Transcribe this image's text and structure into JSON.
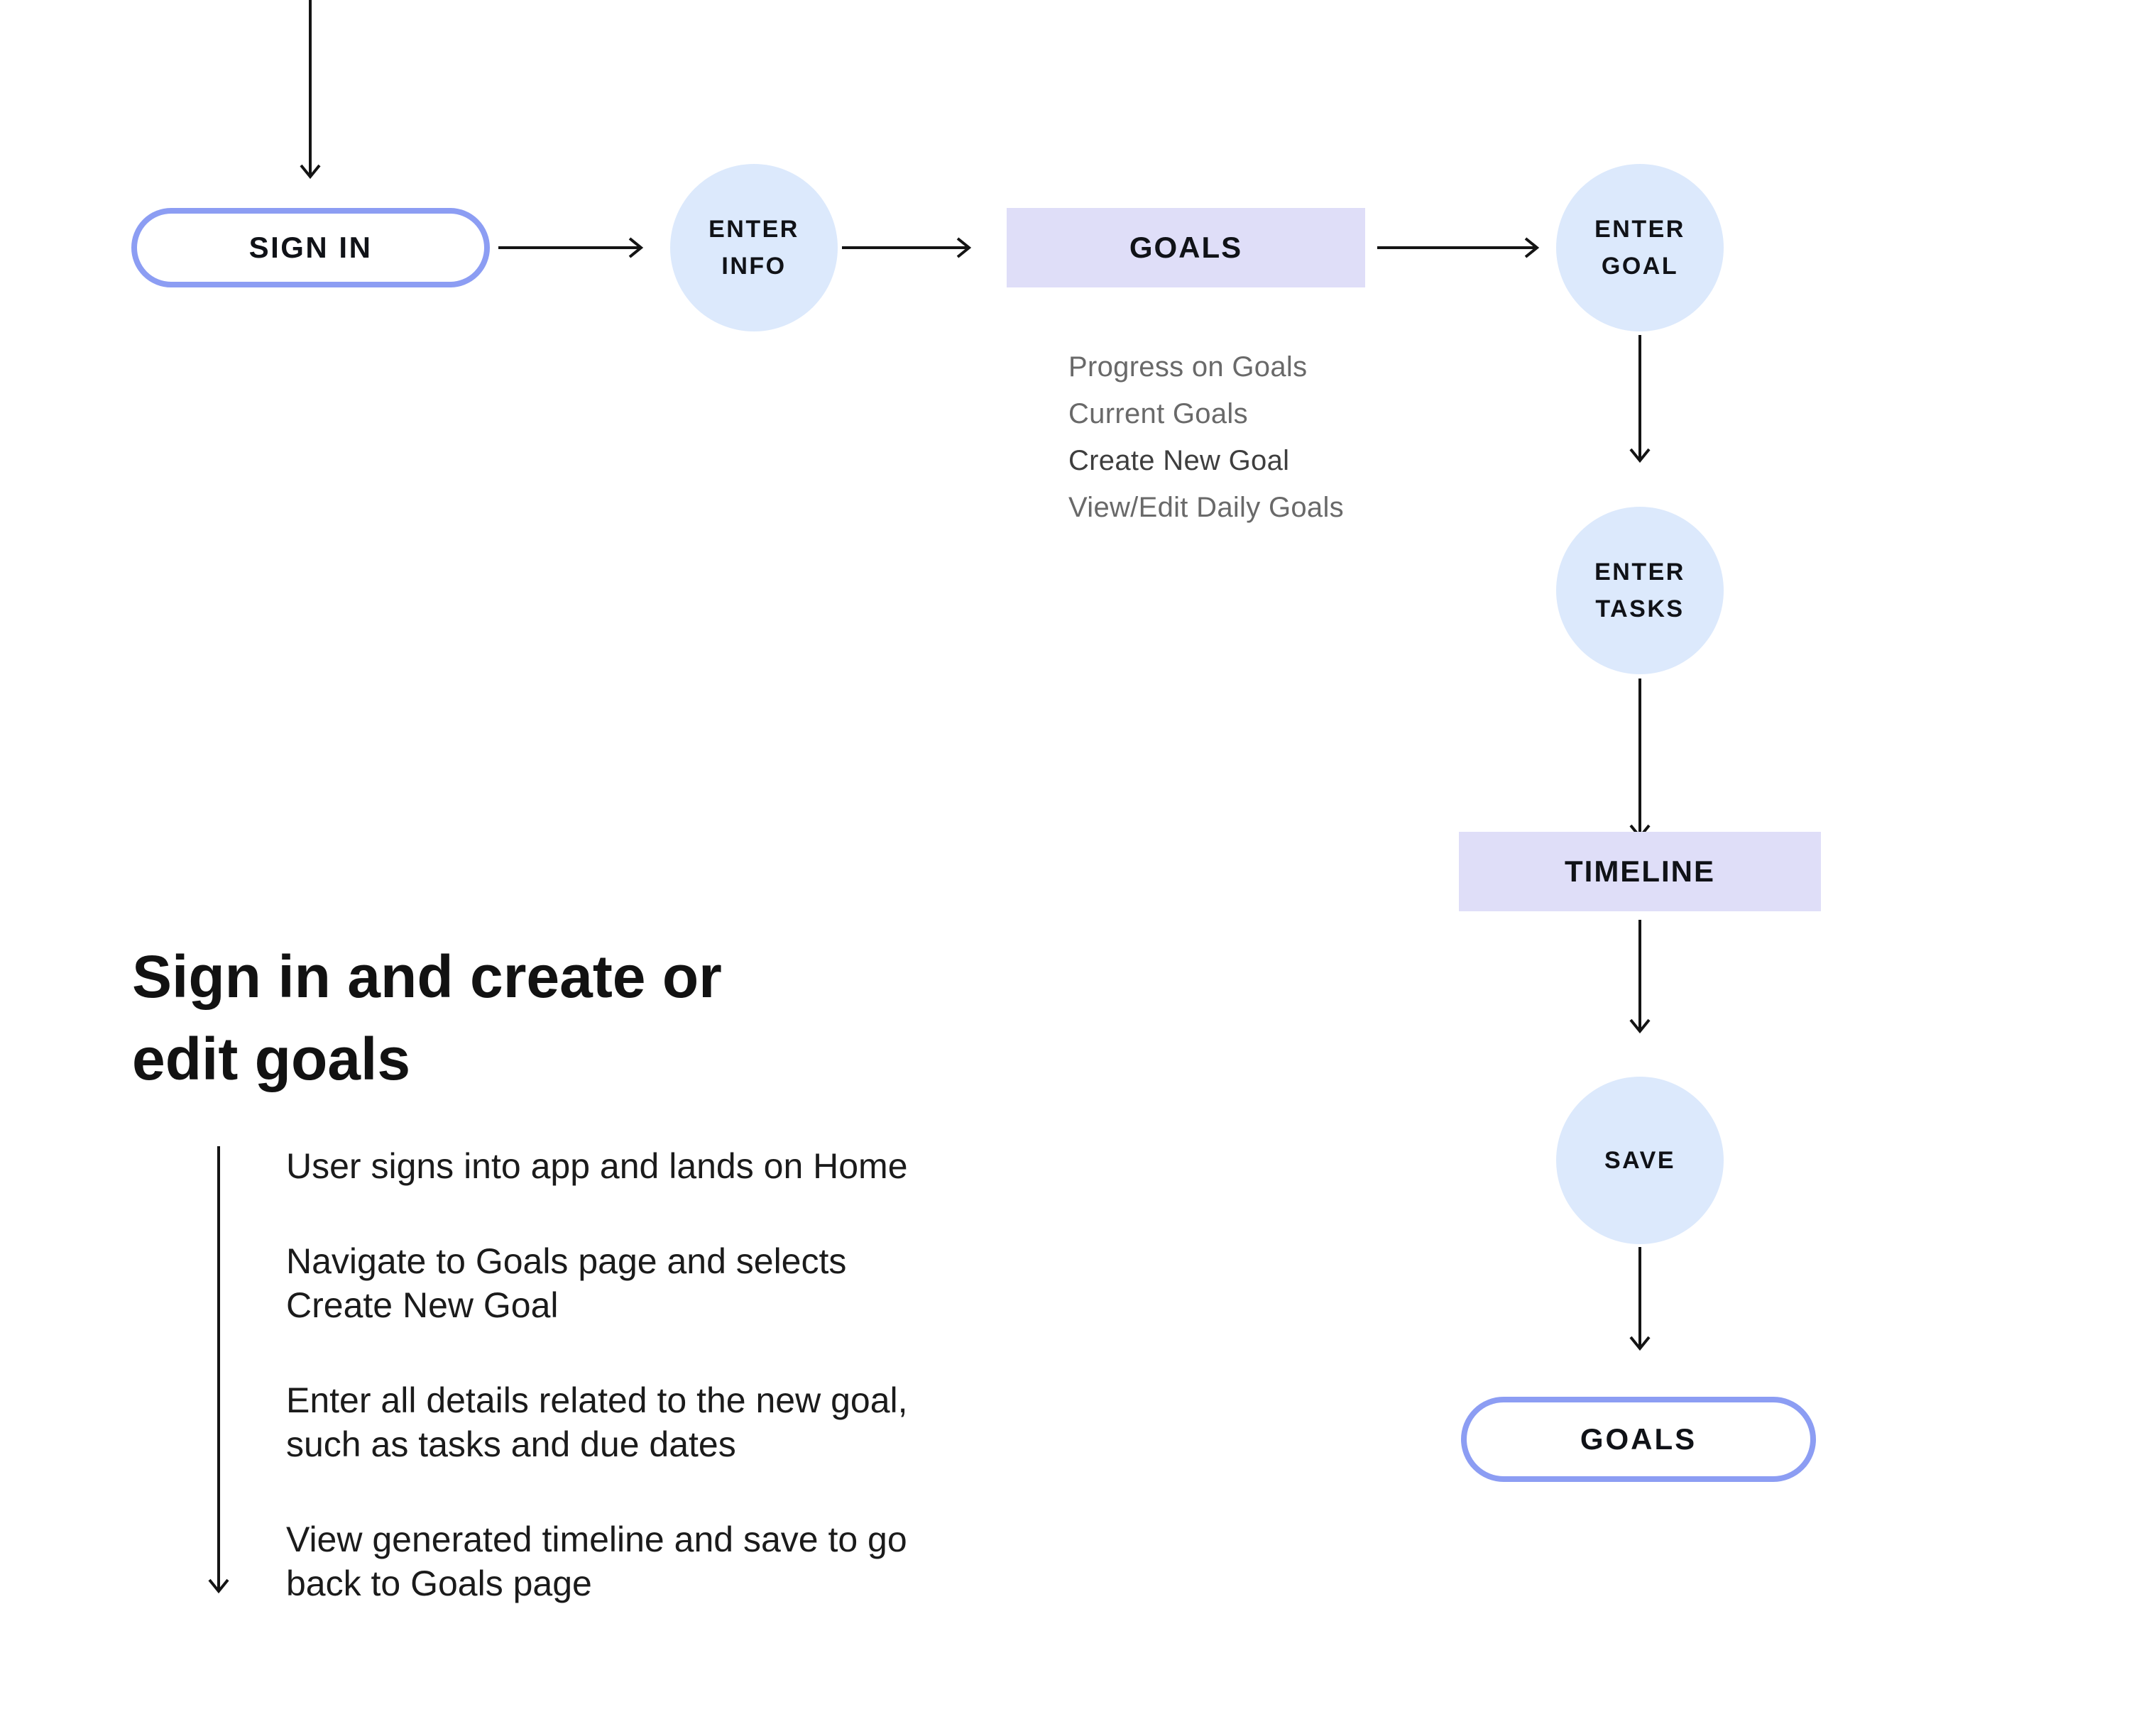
{
  "flow": {
    "nodes": [
      {
        "id": "sign-in",
        "label": "SIGN IN",
        "shape": "pill"
      },
      {
        "id": "enter-info",
        "label": "ENTER\nINFO",
        "shape": "circle"
      },
      {
        "id": "goals",
        "label": "GOALS",
        "shape": "rect"
      },
      {
        "id": "enter-goal",
        "label": "ENTER\nGOAL",
        "shape": "circle"
      },
      {
        "id": "enter-tasks",
        "label": "ENTER\nTASKS",
        "shape": "circle"
      },
      {
        "id": "timeline",
        "label": "TIMELINE",
        "shape": "rect"
      },
      {
        "id": "save",
        "label": "SAVE",
        "shape": "circle"
      },
      {
        "id": "goals-end",
        "label": "GOALS",
        "shape": "pill"
      }
    ],
    "goals_menu": [
      {
        "label": "Progress on Goals",
        "emphasis": false
      },
      {
        "label": "Current Goals",
        "emphasis": false
      },
      {
        "label": "Create New Goal",
        "emphasis": true
      },
      {
        "label": "View/Edit Daily Goals",
        "emphasis": false
      }
    ]
  },
  "annotation": {
    "heading": "Sign in and create or\nedit goals",
    "steps": [
      "User signs into app and lands on Home",
      "Navigate to Goals page and selects\nCreate New Goal",
      "Enter all details related to the new goal,\nsuch as tasks and due dates",
      "View generated timeline and save to go\nback to Goals page"
    ]
  },
  "colors": {
    "circle_fill": "#DCE9FC",
    "rect_fill": "#DFDEF8",
    "pill_border": "#8C9DF3",
    "arrow": "#141414",
    "heading_text": "#121212",
    "step_text": "#1B1B1B",
    "muted_text": "#696969",
    "emphasis_text": "#3E3E3E",
    "node_text": "#101217"
  }
}
